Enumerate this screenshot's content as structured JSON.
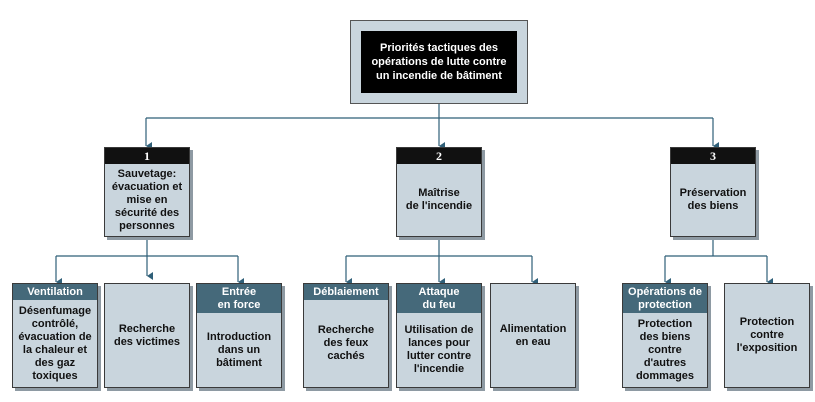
{
  "root": {
    "title": "Priorités tactiques des\nopérations de lutte contre\nun incendie de bâtiment"
  },
  "priorities": [
    {
      "number": "1",
      "label": "Sauvetage:\névacuation et\nmise en\nsécurité des\npersonnes"
    },
    {
      "number": "2",
      "label": "Maîtrise\nde l'incendie"
    },
    {
      "number": "3",
      "label": "Préservation\ndes biens"
    }
  ],
  "tasks": {
    "ventilation": {
      "header": "Ventilation",
      "label": "Désenfumage\ncontrôlé,\névacuation de\nla chaleur et\ndes gaz\ntoxiques"
    },
    "recherche_victimes": {
      "label": "Recherche\ndes victimes"
    },
    "entree_force": {
      "header": "Entrée\nen force",
      "label": "Introduction\ndans un\nbâtiment"
    },
    "deblaiement": {
      "header": "Déblaiement",
      "label": "Recherche\ndes feux\ncachés"
    },
    "attaque_feu": {
      "header": "Attaque\ndu feu",
      "label": "Utilisation de\nlances pour\nlutter contre\nl'incendie"
    },
    "alimentation": {
      "label": "Alimentation\nen eau"
    },
    "operations_protection": {
      "header": "Opérations de\nprotection",
      "label": "Protection\ndes biens\ncontre\nd'autres\ndommages"
    },
    "protection_exposition": {
      "label": "Protection\ncontre\nl'exposition"
    }
  },
  "colors": {
    "box_fill": "#c9d5dd",
    "header_fill": "#45697a",
    "number_fill": "#111111",
    "title_fill": "#000000",
    "line": "#2f5f78"
  }
}
